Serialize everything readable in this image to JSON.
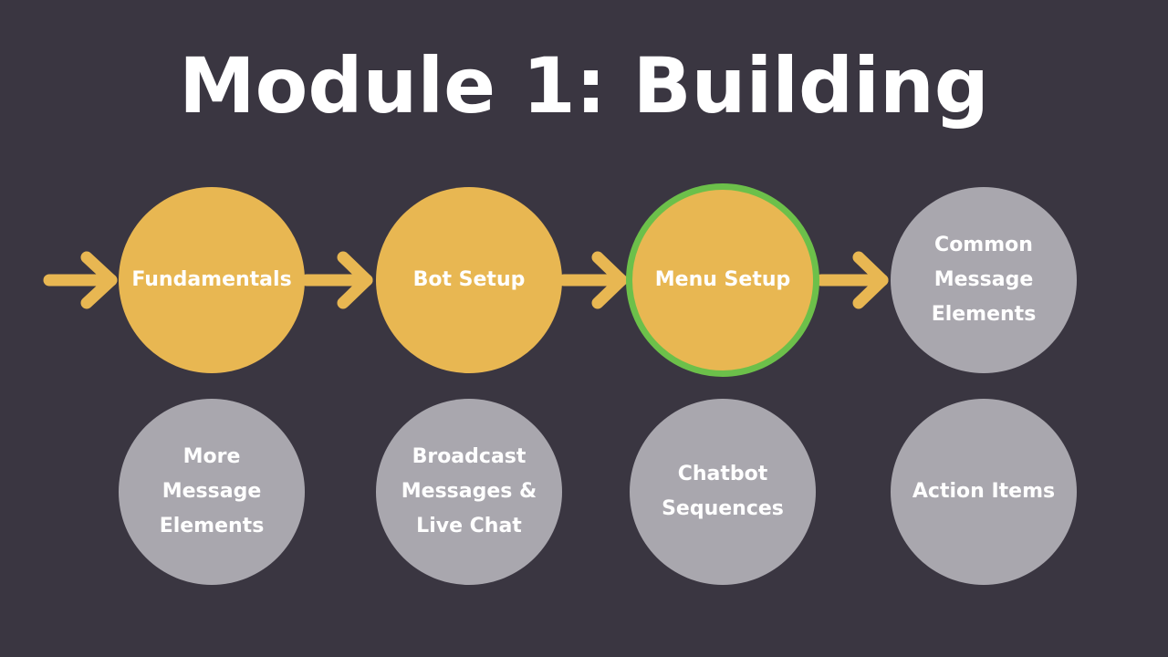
{
  "title": "Module 1: Building",
  "colors": {
    "background": "#3a3641",
    "completed": "#e8b752",
    "pending": "#a9a7ae",
    "current_ring": "#6cc04a",
    "text": "#ffffff"
  },
  "steps": [
    {
      "label": "Fundamentals",
      "status": "completed"
    },
    {
      "label": "Bot Setup",
      "status": "completed"
    },
    {
      "label": "Menu Setup",
      "status": "current"
    },
    {
      "label": "Common\nMessage\nElements",
      "status": "pending"
    },
    {
      "label": "More\nMessage\nElements",
      "status": "pending"
    },
    {
      "label": "Broadcast\nMessages &\nLive Chat",
      "status": "pending"
    },
    {
      "label": "Chatbot\nSequences",
      "status": "pending"
    },
    {
      "label": "Action Items",
      "status": "pending"
    }
  ]
}
